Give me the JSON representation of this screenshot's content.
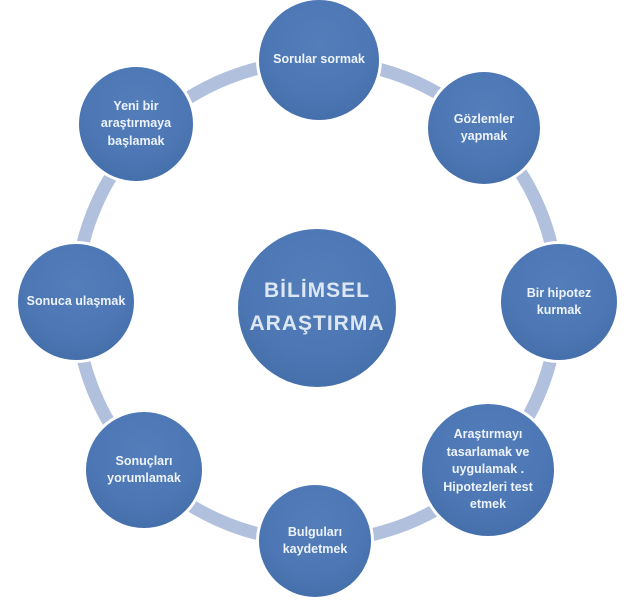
{
  "diagram": {
    "type": "cycle",
    "center": {
      "label": "BİLİMSEL ARAŞTIRMA"
    },
    "nodes": [
      {
        "id": "sorular-sormak",
        "label": "Sorular sormak"
      },
      {
        "id": "gozlemler-yapmak",
        "label": "Gözlemler yapmak"
      },
      {
        "id": "bir-hipotez-kurmak",
        "label": "Bir hipotez kurmak"
      },
      {
        "id": "arastirmayi-tasarlamak",
        "label": "Araştırmayı tasarlamak ve uygulamak . Hipotezleri test etmek"
      },
      {
        "id": "bulgulari-kaydetmek",
        "label": "Bulguları kaydetmek"
      },
      {
        "id": "sonuclari-yorumlamak",
        "label": "Sonuçları yorumlamak"
      },
      {
        "id": "sonuca-ulasmak",
        "label": "Sonuca ulaşmak"
      },
      {
        "id": "yeni-bir-arastirmaya-baslamak",
        "label": "Yeni bir araştırmaya başlamak"
      }
    ],
    "colors": {
      "node_fill": "#4c77b4",
      "node_fill_light": "#537eba",
      "node_fill_edge": "#4069a2",
      "ring": "#b1c0dc",
      "node_text": "#eef3fb",
      "center_text": "#dde7f4"
    }
  }
}
